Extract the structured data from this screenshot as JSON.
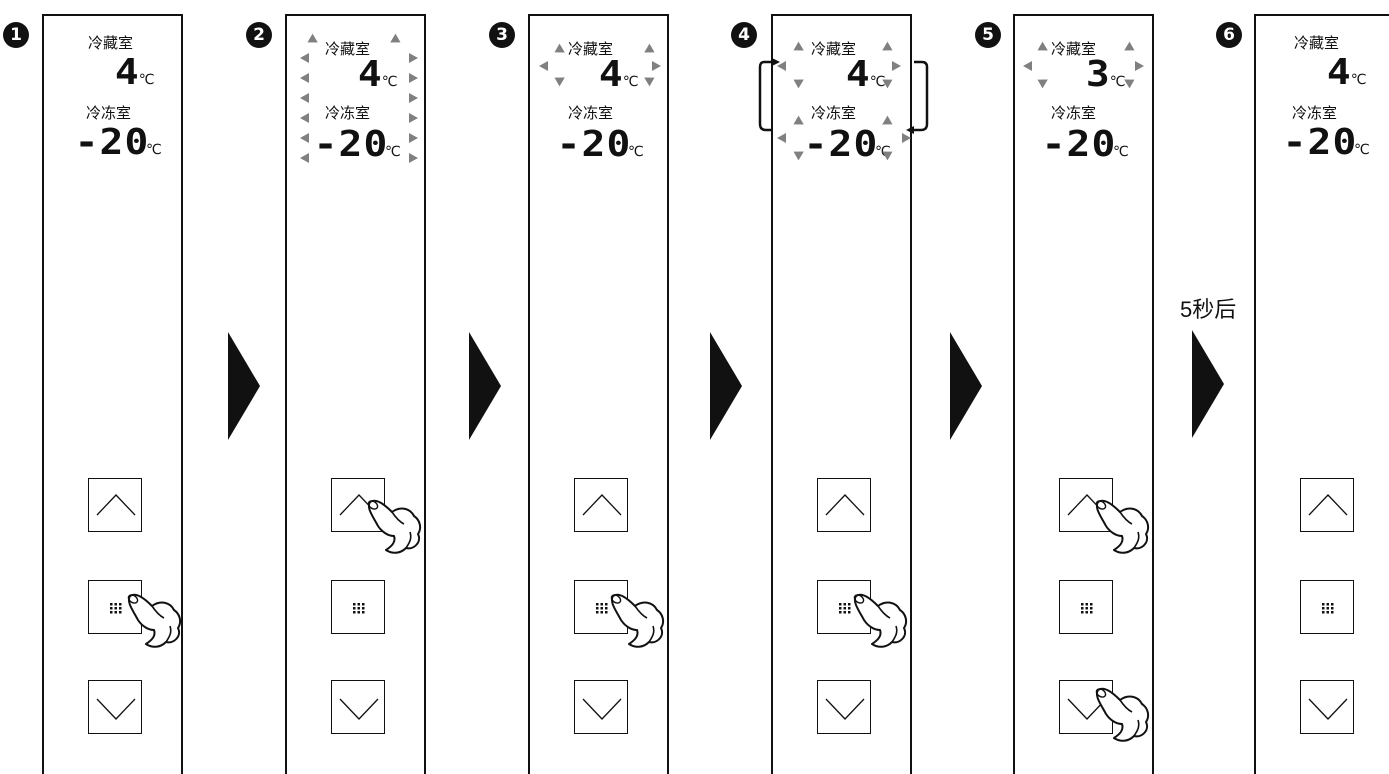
{
  "labels": {
    "fridge": "冷藏室",
    "freezer": "冷冻室",
    "unit": "℃"
  },
  "steps": [
    {
      "num": "1",
      "fridge_temp": "4",
      "freezer_temp": "-20"
    },
    {
      "num": "2",
      "fridge_temp": "4",
      "freezer_temp": "-20"
    },
    {
      "num": "3",
      "fridge_temp": "4",
      "freezer_temp": "-20"
    },
    {
      "num": "4",
      "fridge_temp": "4",
      "freezer_temp": "-20"
    },
    {
      "num": "5",
      "fridge_temp": "3",
      "freezer_temp": "-20"
    },
    {
      "num": "6",
      "fridge_temp": "4",
      "freezer_temp": "-20"
    }
  ],
  "after_5s": "5秒后",
  "icons": {
    "up": "chevron-up-icon",
    "menu": "grid-dots-icon",
    "down": "chevron-down-icon",
    "hand": "pointing-hand-icon",
    "arrow": "triangle-right-icon"
  },
  "colors": {
    "ink": "#111111",
    "blink": "#808080"
  }
}
